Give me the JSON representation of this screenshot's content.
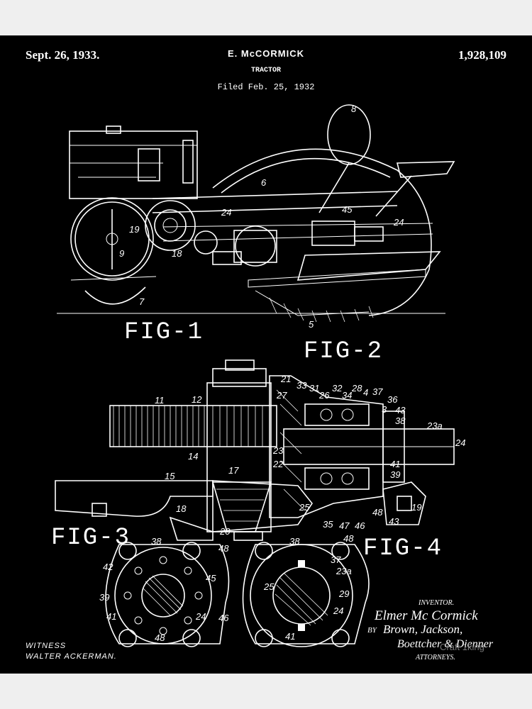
{
  "header": {
    "date": "Sept. 26, 1933.",
    "inventor": "E. McCORMICK",
    "subject": "TRACTOR",
    "filed": "Filed Feb. 25, 1932",
    "patent_number": "1,928,109"
  },
  "figures": {
    "fig1": "FIG-1",
    "fig2": "FIG-2",
    "fig3": "FIG-3",
    "fig4": "FIG-4"
  },
  "reference_numbers": {
    "fig1": [
      "8",
      "6",
      "24",
      "45",
      "24",
      "19",
      "9",
      "18",
      "7",
      "5"
    ],
    "fig2": [
      "21",
      "27",
      "33",
      "31",
      "26",
      "32",
      "34",
      "28",
      "4",
      "37",
      "36",
      "3",
      "43",
      "38",
      "23a",
      "24",
      "11",
      "12",
      "14",
      "23",
      "22",
      "41",
      "39",
      "17",
      "15",
      "18",
      "25",
      "35",
      "47",
      "46",
      "48",
      "19",
      "43",
      "20"
    ],
    "fig3": [
      "38",
      "48",
      "42",
      "45",
      "39",
      "41",
      "24",
      "46",
      "48"
    ],
    "fig4": [
      "38",
      "48",
      "37",
      "23a",
      "25",
      "29",
      "24",
      "41"
    ]
  },
  "signatures": {
    "inventor_label": "INVENTOR.",
    "inventor_signature": "Elmer Mc Cormick",
    "by_label": "BY",
    "attorneys_line1": "Brown, Jackson,",
    "attorneys_line2": "Boettcher & Dienner",
    "attorneys_label": "ATTORNEYS.",
    "witness_label": "WITNESS",
    "witness_name": "WALTER ACKERMAN."
  },
  "watermark": "Craft 1king",
  "colors": {
    "background": "#000000",
    "line": "#ffffff",
    "frame": "#efefef"
  }
}
